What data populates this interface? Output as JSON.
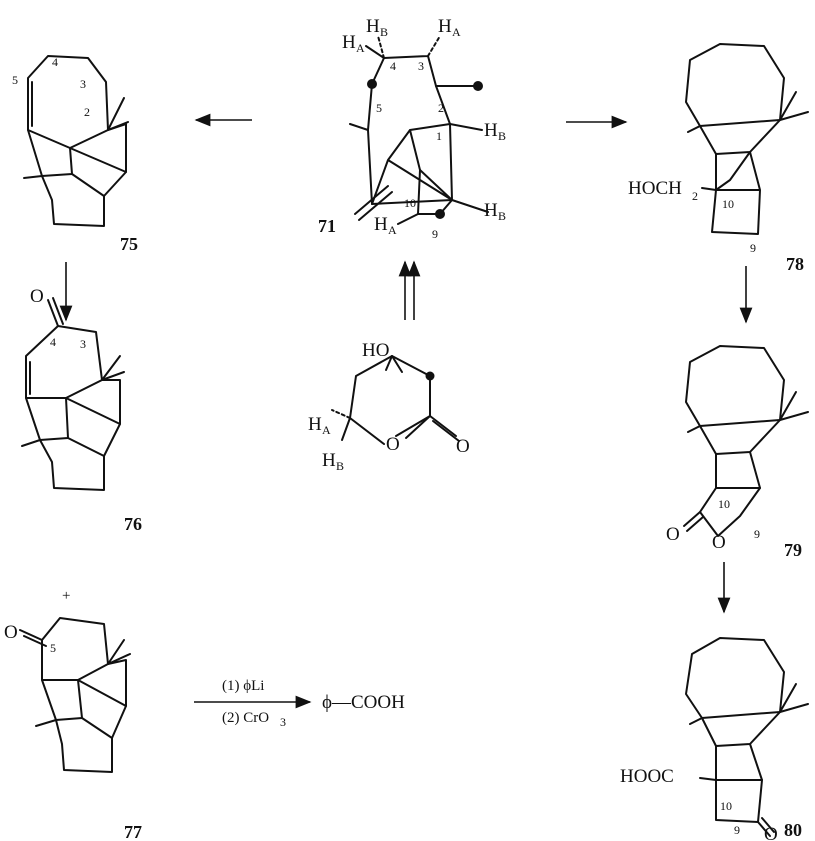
{
  "compounds": {
    "c71": {
      "number": "71"
    },
    "c75": {
      "number": "75"
    },
    "c76": {
      "number": "76"
    },
    "c77": {
      "number": "77"
    },
    "c78": {
      "number": "78"
    },
    "c79": {
      "number": "79"
    },
    "c80": {
      "number": "80"
    },
    "mevalonolactone": {
      "number": ""
    }
  },
  "atom_numbers": {
    "n1": "1",
    "n2": "2",
    "n3": "3",
    "n4": "4",
    "n5": "5",
    "n9": "9",
    "n10": "10"
  },
  "atom_labels": {
    "H": "H",
    "A": "A",
    "B": "B",
    "O": "O",
    "HO": "HO",
    "HOCH": "HOCH",
    "two": "2",
    "HOOC": "HOOC"
  },
  "reagents": {
    "step1": "(1) ϕLi",
    "step2": "(2) CrO",
    "step2_sub": "3",
    "product": "ϕ—COOH"
  },
  "symbols": {
    "plus": "+"
  }
}
